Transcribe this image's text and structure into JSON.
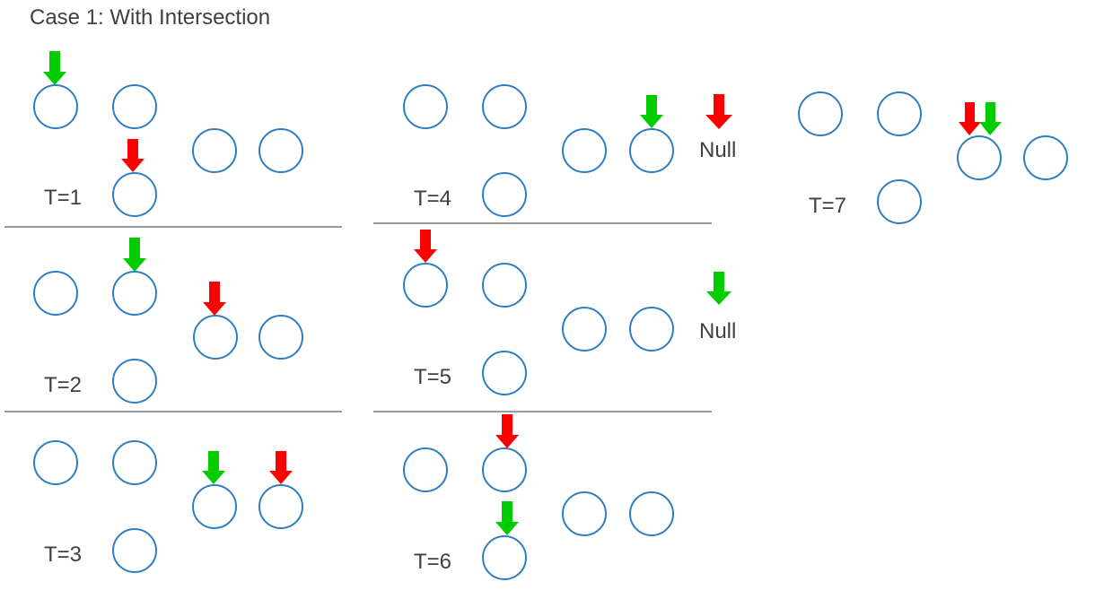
{
  "title": "Case 1: With Intersection",
  "colors": {
    "node_stroke": "#2e7ec1",
    "red_pointer": "#ff0000",
    "green_pointer": "#00cc00",
    "separator": "#9a9a9a",
    "text": "#404040"
  },
  "icons": {
    "red_pointer": "arrow-down-icon",
    "green_pointer": "arrow-down-icon"
  },
  "null_label": "Null",
  "steps": [
    {
      "label": "T=1",
      "red_on": "lower-list-node-1",
      "green_on": "upper-list-node-1"
    },
    {
      "label": "T=2",
      "red_on": "shared-node-1",
      "green_on": "upper-list-node-2"
    },
    {
      "label": "T=3",
      "red_on": "shared-node-2",
      "green_on": "shared-node-1"
    },
    {
      "label": "T=4",
      "red_on": "Null",
      "green_on": "shared-node-2"
    },
    {
      "label": "T=5",
      "red_on": "upper-list-node-1",
      "green_on": "Null"
    },
    {
      "label": "T=6",
      "red_on": "upper-list-node-2",
      "green_on": "lower-list-node-1"
    },
    {
      "label": "T=7",
      "red_on": "shared-node-1",
      "green_on": "shared-node-1"
    }
  ]
}
